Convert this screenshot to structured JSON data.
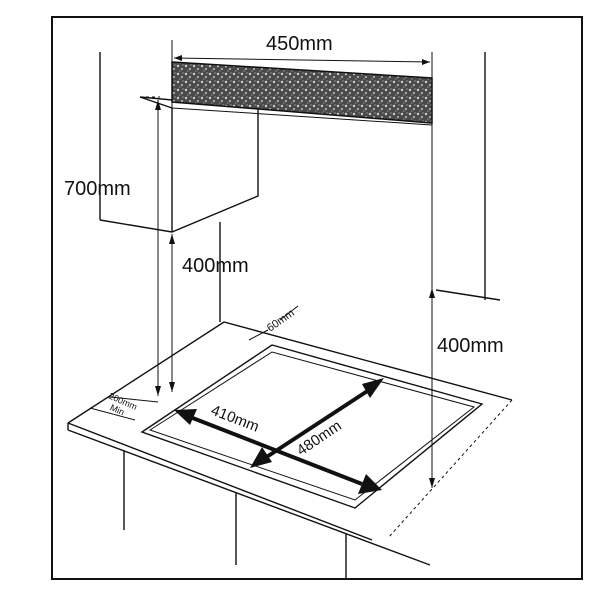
{
  "labels": {
    "hood_width": "450mm",
    "cabinet_height": "700mm",
    "cabinet_clearance": "400mm",
    "wall_clearance": "400mm",
    "rear_gap": "60mm",
    "side_gap_line1": "200mm",
    "side_gap_line2": "Min",
    "cutout_width": "410mm",
    "cutout_depth": "480mm"
  }
}
